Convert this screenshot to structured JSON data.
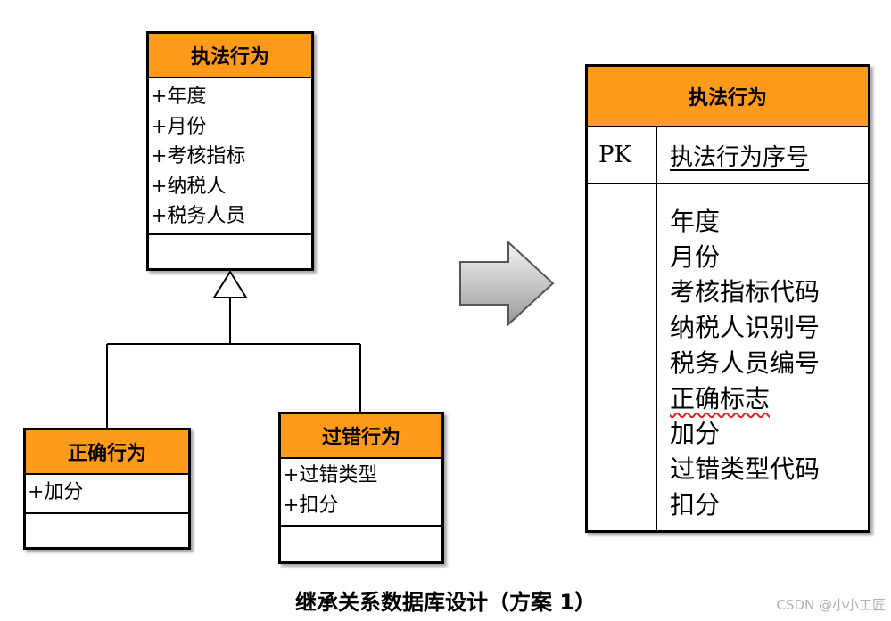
{
  "classes": {
    "parent": {
      "name": "执法行为",
      "attributes": [
        "+年度",
        "+月份",
        "+考核指标",
        "+纳税人",
        "+税务人员"
      ]
    },
    "correct": {
      "name": "正确行为",
      "attributes": [
        "+加分"
      ]
    },
    "wrong": {
      "name": "过错行为",
      "attributes": [
        "+过错类型",
        "+扣分"
      ]
    }
  },
  "table": {
    "name": "执法行为",
    "pk_label": "PK",
    "pk_field": "执法行为序号",
    "fields": [
      "年度",
      "月份",
      "考核指标代码",
      "纳税人识别号",
      "税务人员编号",
      "正确标志",
      "加分",
      "过错类型代码",
      "扣分"
    ]
  },
  "caption": "继承关系数据库设计（方案 1）",
  "watermark": "CSDN @小小工匠",
  "colors": {
    "header_fill": "#ff9a1a",
    "arrow_fill": "#c8c8c8",
    "squiggle": "#e02020"
  }
}
